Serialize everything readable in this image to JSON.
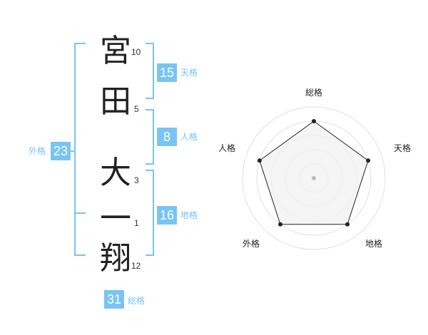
{
  "name": {
    "characters": [
      {
        "char": "宮",
        "strokes": "10"
      },
      {
        "char": "田",
        "strokes": "5"
      },
      {
        "char": "大",
        "strokes": "3"
      },
      {
        "char": "一",
        "strokes": "1"
      },
      {
        "char": "翔",
        "strokes": "12"
      }
    ]
  },
  "fortune": {
    "tenkaku": {
      "value": "15",
      "label": "天格"
    },
    "jinkaku": {
      "value": "8",
      "label": "人格"
    },
    "chikaku": {
      "value": "16",
      "label": "地格"
    },
    "gaikaku": {
      "value": "23",
      "label": "外格"
    },
    "soukaku": {
      "value": "31",
      "label": "総格"
    }
  },
  "radar": {
    "labels": {
      "top": "総格",
      "right": "天格",
      "bottom_right": "地格",
      "bottom_left": "外格",
      "left": "人格"
    },
    "levels": [
      0.8,
      0.8,
      0.8,
      0.8,
      0.8
    ]
  },
  "colors": {
    "accent": "#79c4f2",
    "ring": "#e0e0e0",
    "fill": "#f1f1f1"
  }
}
